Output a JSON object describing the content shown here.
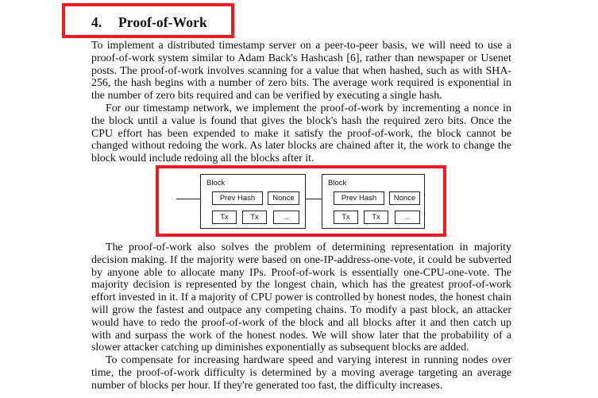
{
  "section": {
    "number": "4.",
    "title": "Proof-of-Work"
  },
  "paragraphs": [
    "To implement a distributed timestamp server on a peer-to-peer basis, we will need to use a proof-of-work system similar to Adam Back's Hashcash [6], rather than newspaper or Usenet posts. The proof-of-work involves scanning for a value that when hashed, such as with SHA-256, the hash begins with a number of zero bits. The average work required is exponential in the number of zero bits required and can be verified by executing a single hash.",
    "For our timestamp network, we implement the proof-of-work by incrementing a nonce in the block until a value is found that gives the block's hash the required zero bits. Once the CPU effort has been expended to make it satisfy the proof-of-work, the block cannot be changed without redoing the work. As later blocks are chained after it, the work to change the block would include redoing all the blocks after it.",
    "The proof-of-work also solves the problem of determining representation in majority decision making. If the majority were based on one-IP-address-one-vote, it could be subverted by anyone able to allocate many IPs. Proof-of-work is essentially one-CPU-one-vote. The majority decision is represented by the longest chain, which has the greatest proof-of-work effort invested in it. If a majority of CPU power is controlled by honest nodes, the honest chain will grow the fastest and outpace any competing chains. To modify a past block, an attacker would have to redo the proof-of-work of the block and all blocks after it and then catch up with and surpass the work of the honest nodes. We will show later that the probability of a slower attacker catching up diminishes exponentially as subsequent blocks are added.",
    "To compensate for increasing hardware speed and varying interest in running nodes over time, the proof-of-work difficulty is determined by a moving average targeting an average number of blocks per hour. If they're generated too fast, the difficulty increases."
  ],
  "diagram": {
    "blocks": [
      {
        "label": "Block",
        "prev_hash": "Prev Hash",
        "nonce": "Nonce",
        "tx": [
          "Tx",
          "Tx",
          "..."
        ]
      },
      {
        "label": "Block",
        "prev_hash": "Prev Hash",
        "nonce": "Nonce",
        "tx": [
          "Tx",
          "Tx",
          "..."
        ]
      }
    ]
  },
  "annotations": {
    "highlight_color": "#ED1C24"
  }
}
